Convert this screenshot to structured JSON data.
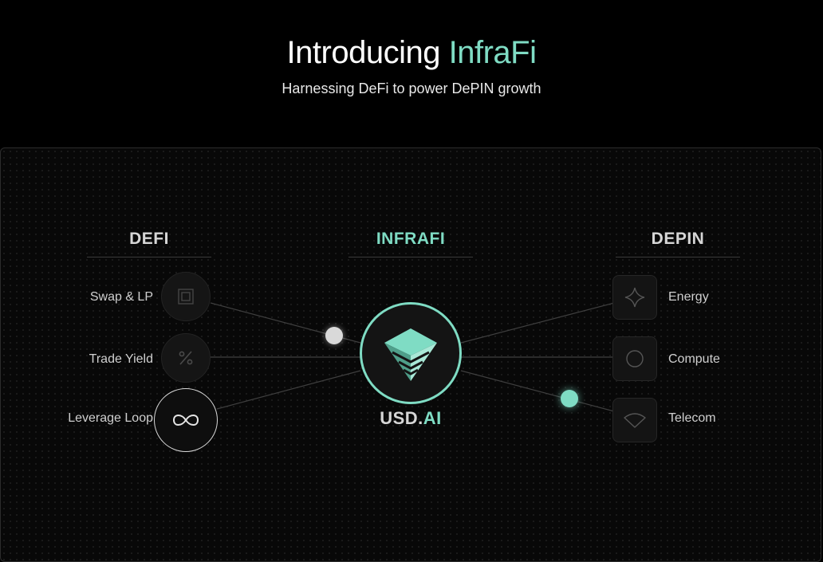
{
  "header": {
    "title_prefix": "Introducing",
    "title_accent": "InfraFi",
    "subtitle": "Harnessing DeFi to power DePIN growth"
  },
  "columns": {
    "defi": "DEFI",
    "infrafi": "INFRAFI",
    "depin": "DEPIN"
  },
  "defi_items": [
    {
      "label": "Swap & LP",
      "icon": "square-icon"
    },
    {
      "label": "Trade Yield",
      "icon": "percent-icon"
    },
    {
      "label": "Leverage Loop",
      "icon": "loop-icon"
    }
  ],
  "depin_items": [
    {
      "label": "Energy",
      "icon": "sparkle-icon"
    },
    {
      "label": "Compute",
      "icon": "circle-icon"
    },
    {
      "label": "Telecom",
      "icon": "signal-icon"
    }
  ],
  "brand": {
    "prefix": "USD.",
    "accent": "AI"
  },
  "colors": {
    "background": "#000000",
    "accent": "#7fdcc4",
    "panel_border": "#2c2c2c",
    "text": "#cfcfcf"
  }
}
